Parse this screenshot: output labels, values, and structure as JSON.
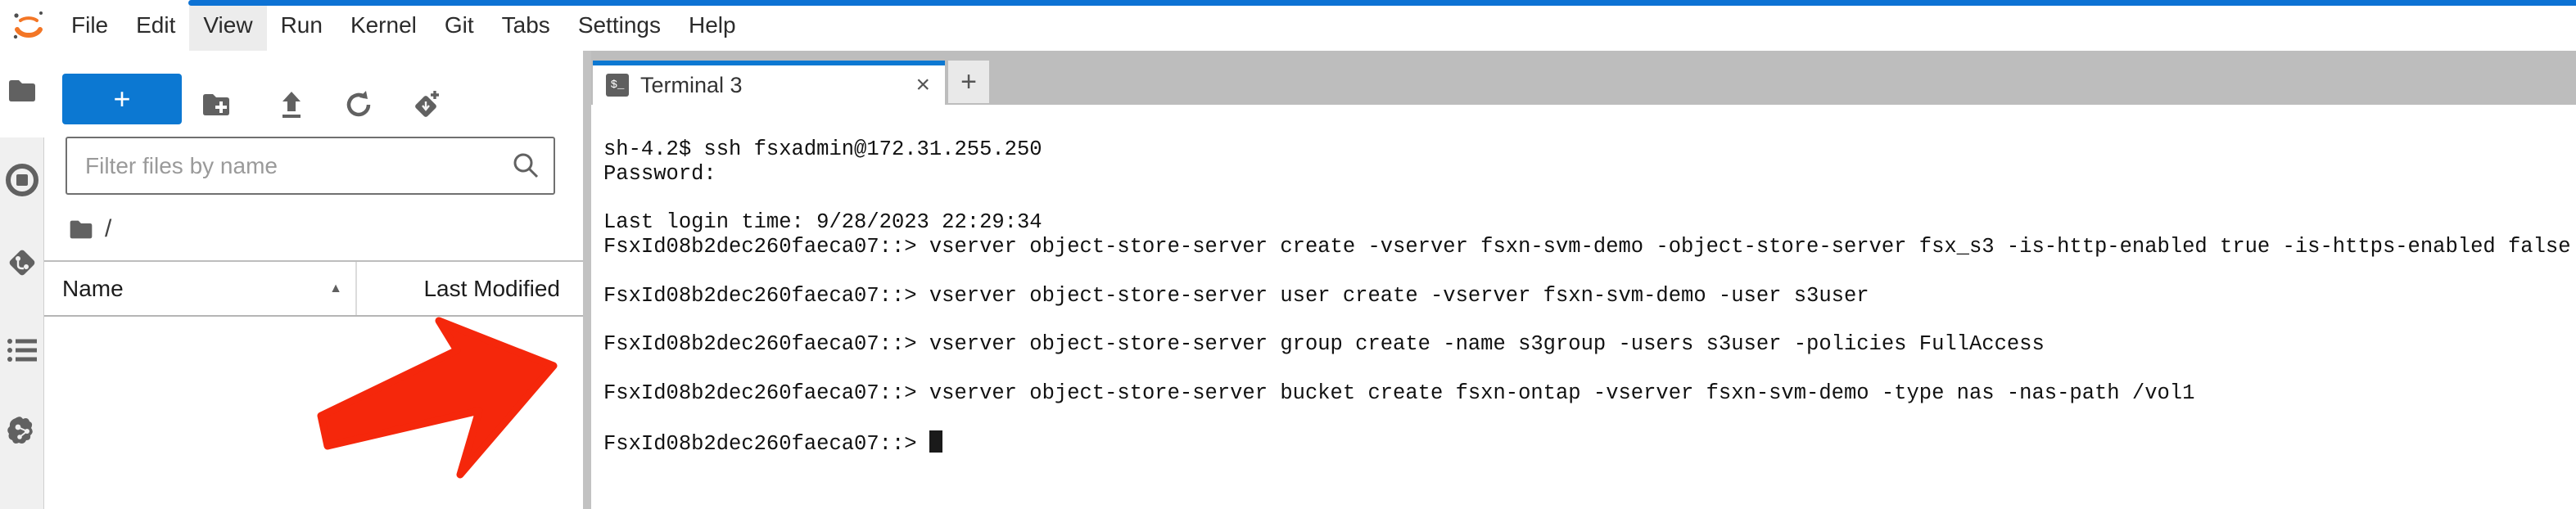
{
  "colors": {
    "accent_blue": "#0c78d2",
    "top_bar_blue": "#0d72d4",
    "tabbar_gray": "#bdbdbd",
    "arrow_red": "#f5270b",
    "jupyter_orange": "#f37626",
    "icon_gray": "#616161"
  },
  "menubar": {
    "items": [
      "File",
      "Edit",
      "View",
      "Run",
      "Kernel",
      "Git",
      "Tabs",
      "Settings",
      "Help"
    ],
    "active_item": "View"
  },
  "file_browser": {
    "new_launcher_label": "+",
    "filter_placeholder": "Filter files by name",
    "breadcrumb_root": "/",
    "columns": {
      "name": "Name",
      "last_modified": "Last Modified"
    },
    "sort_indicator": "▲"
  },
  "tabbar": {
    "active_tab_label": "Terminal 3",
    "terminal_icon_glyph": "$_",
    "close_glyph": "×",
    "new_tab_label": "+"
  },
  "terminal": {
    "lines": [
      "sh-4.2$ ssh fsxadmin@172.31.255.250",
      "Password:",
      "",
      "Last login time: 9/28/2023 22:29:34",
      "FsxId08b2dec260faeca07::> vserver object-store-server create -vserver fsxn-svm-demo -object-store-server fsx_s3 -is-http-enabled true -is-https-enabled false",
      "",
      "FsxId08b2dec260faeca07::> vserver object-store-server user create -vserver fsxn-svm-demo -user s3user",
      "",
      "FsxId08b2dec260faeca07::> vserver object-store-server group create -name s3group -users s3user -policies FullAccess",
      "",
      "FsxId08b2dec260faeca07::> vserver object-store-server bucket create fsxn-ontap -vserver fsxn-svm-demo -type nas -nas-path /vol1",
      ""
    ],
    "prompt": "FsxId08b2dec260faeca07::> "
  }
}
